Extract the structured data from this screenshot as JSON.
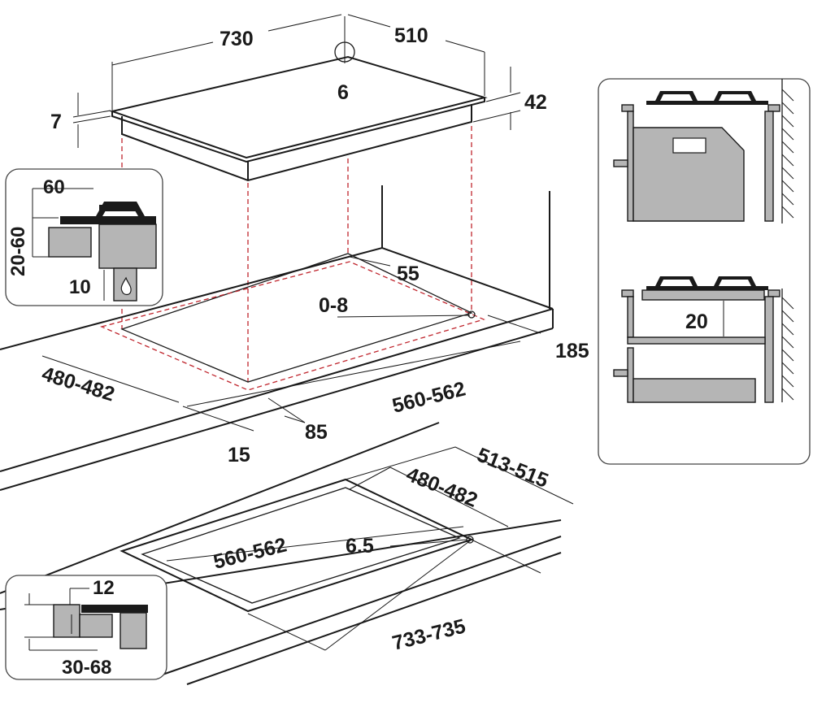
{
  "diagram": {
    "hob": {
      "width": "730",
      "depth": "510",
      "gas_inlet": "6",
      "edge_thickness": "7",
      "height": "42"
    },
    "cutout_top": {
      "side_margin": "55",
      "tolerance": "0-8",
      "depth": "480-482",
      "width": "560-562",
      "rear_distance": "185",
      "front_distance": "85",
      "front_edge": "15"
    },
    "cutout_flush": {
      "outer_depth": "513-515",
      "depth": "480-482",
      "width": "560-562",
      "radius": "6.5",
      "outer_width": "733-735"
    },
    "detail_side": {
      "clearance": "60",
      "worktop_thickness": "20-60",
      "gap": "10"
    },
    "detail_flush": {
      "recess": "12",
      "worktop_thickness": "30-68"
    },
    "detail_oven": {
      "gap": "20"
    },
    "icons": [
      "gas-flame-icon"
    ],
    "colors": {
      "line": "#1a1a1a",
      "fill_grey": "#b5b5b5",
      "dashed_red": "#c0262e"
    }
  }
}
